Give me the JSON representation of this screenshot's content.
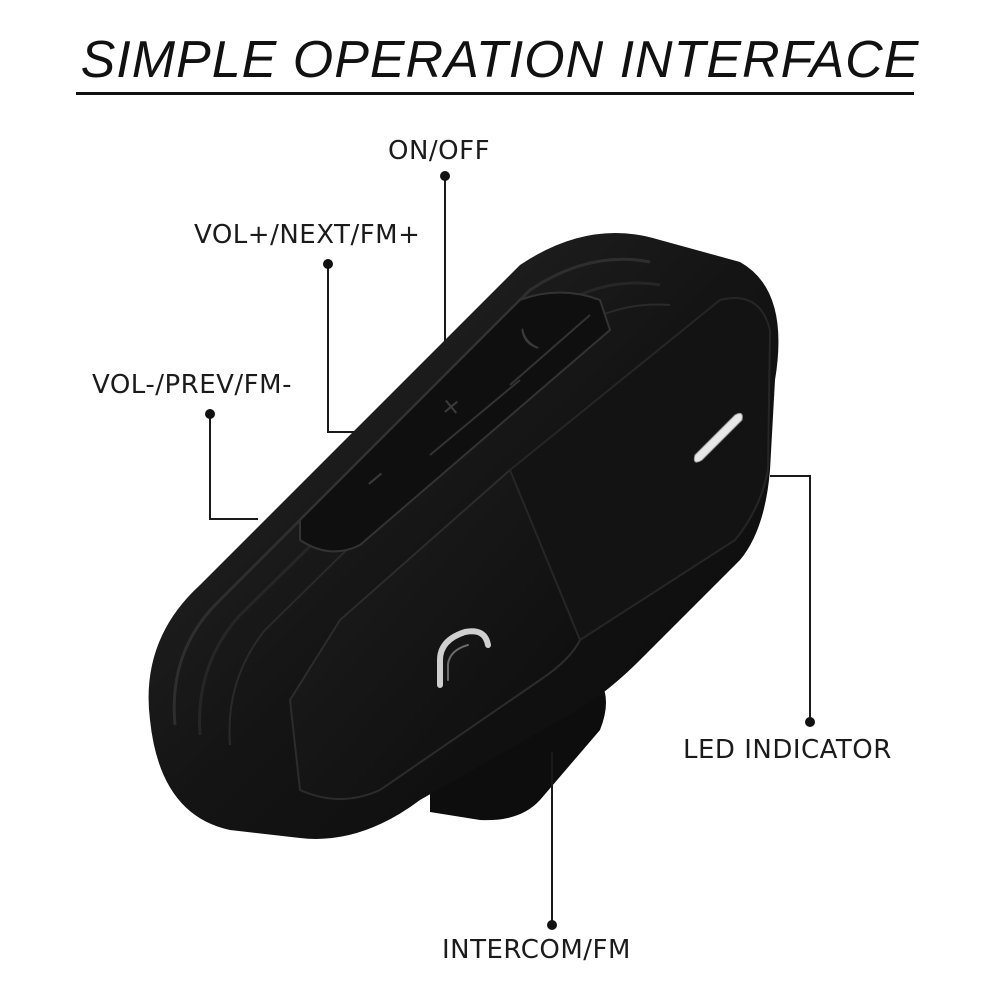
{
  "title": "SIMPLE OPERATION INTERFACE",
  "labels": {
    "on_off": "ON/OFF",
    "vol_plus": "VOL+/NEXT/FM+",
    "vol_minus": "VOL-/PREV/FM-",
    "led": "LED INDICATOR",
    "intercom": "INTERCOM/FM"
  },
  "device_buttons": {
    "top": "(",
    "middle": "+",
    "bottom": "−"
  },
  "colors": {
    "device_body": "#141414",
    "device_edge": "#2b2b2b",
    "leader_line": "#1a1a1a"
  }
}
